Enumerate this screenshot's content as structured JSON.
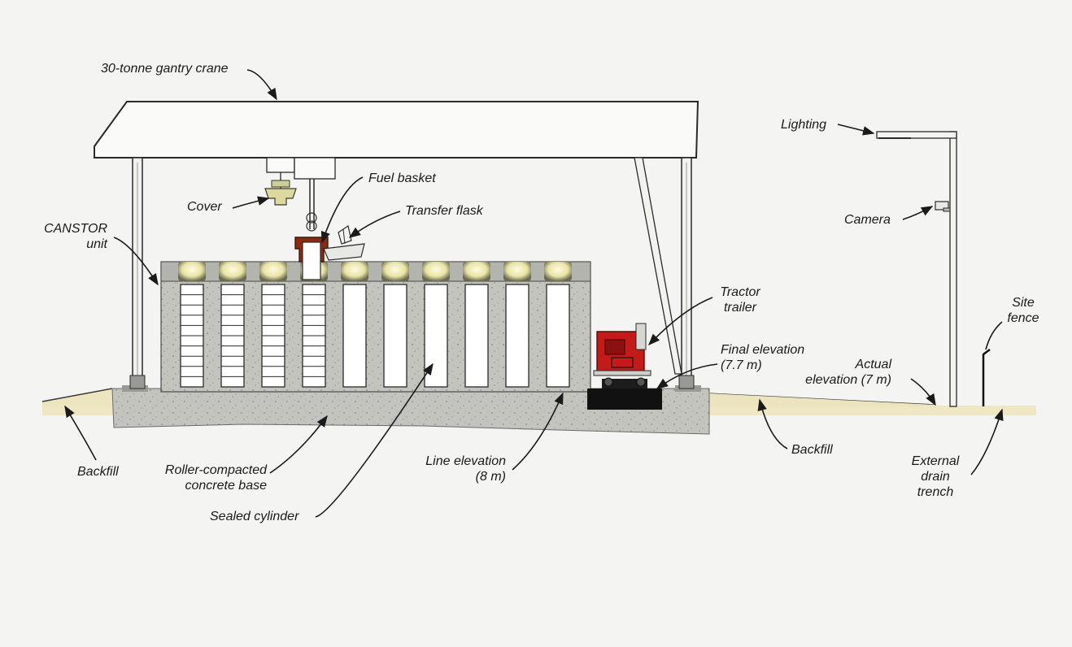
{
  "labels": {
    "gantry_crane": "30-tonne gantry crane",
    "lighting": "Lighting",
    "fuel_basket": "Fuel basket",
    "cover": "Cover",
    "transfer_flask": "Transfer flask",
    "canstor_unit": [
      "CANSTOR",
      "unit"
    ],
    "camera": "Camera",
    "tractor_trailer": [
      "Tractor",
      "trailer"
    ],
    "site_fence": [
      "Site",
      "fence"
    ],
    "final_elevation": [
      "Final elevation",
      "(7.7 m)"
    ],
    "actual_elevation": [
      "Actual",
      "elevation (7 m)"
    ],
    "backfill_left": "Backfill",
    "roller_compacted_base": [
      "Roller-compacted",
      "concrete base"
    ],
    "line_elevation": [
      "Line elevation",
      "(8 m)"
    ],
    "backfill_right": "Backfill",
    "external_drain_trench": [
      "External",
      "drain",
      "trench"
    ],
    "sealed_cylinder": "Sealed cylinder"
  },
  "colors": {
    "background": "#f4f4f2",
    "ground": "#efe6c4",
    "concrete": "#c2c2bc",
    "concrete_dark": "#8e8e88",
    "crane": "#fafaf8",
    "outline": "#2a2a2a",
    "trailer": "#c41a1a",
    "cover": "#d8d6a0",
    "cap_glow": "#f3f0c2"
  },
  "icons": {
    "crane": "gantry-crane-illustration",
    "canstor": "canstor-module-illustration",
    "trailer": "tractor-trailer-icon",
    "camera": "camera-icon",
    "light_pole": "light-pole-icon",
    "fence": "site-fence-icon"
  },
  "cylinders": {
    "count": 10,
    "loaded_count": 4
  }
}
